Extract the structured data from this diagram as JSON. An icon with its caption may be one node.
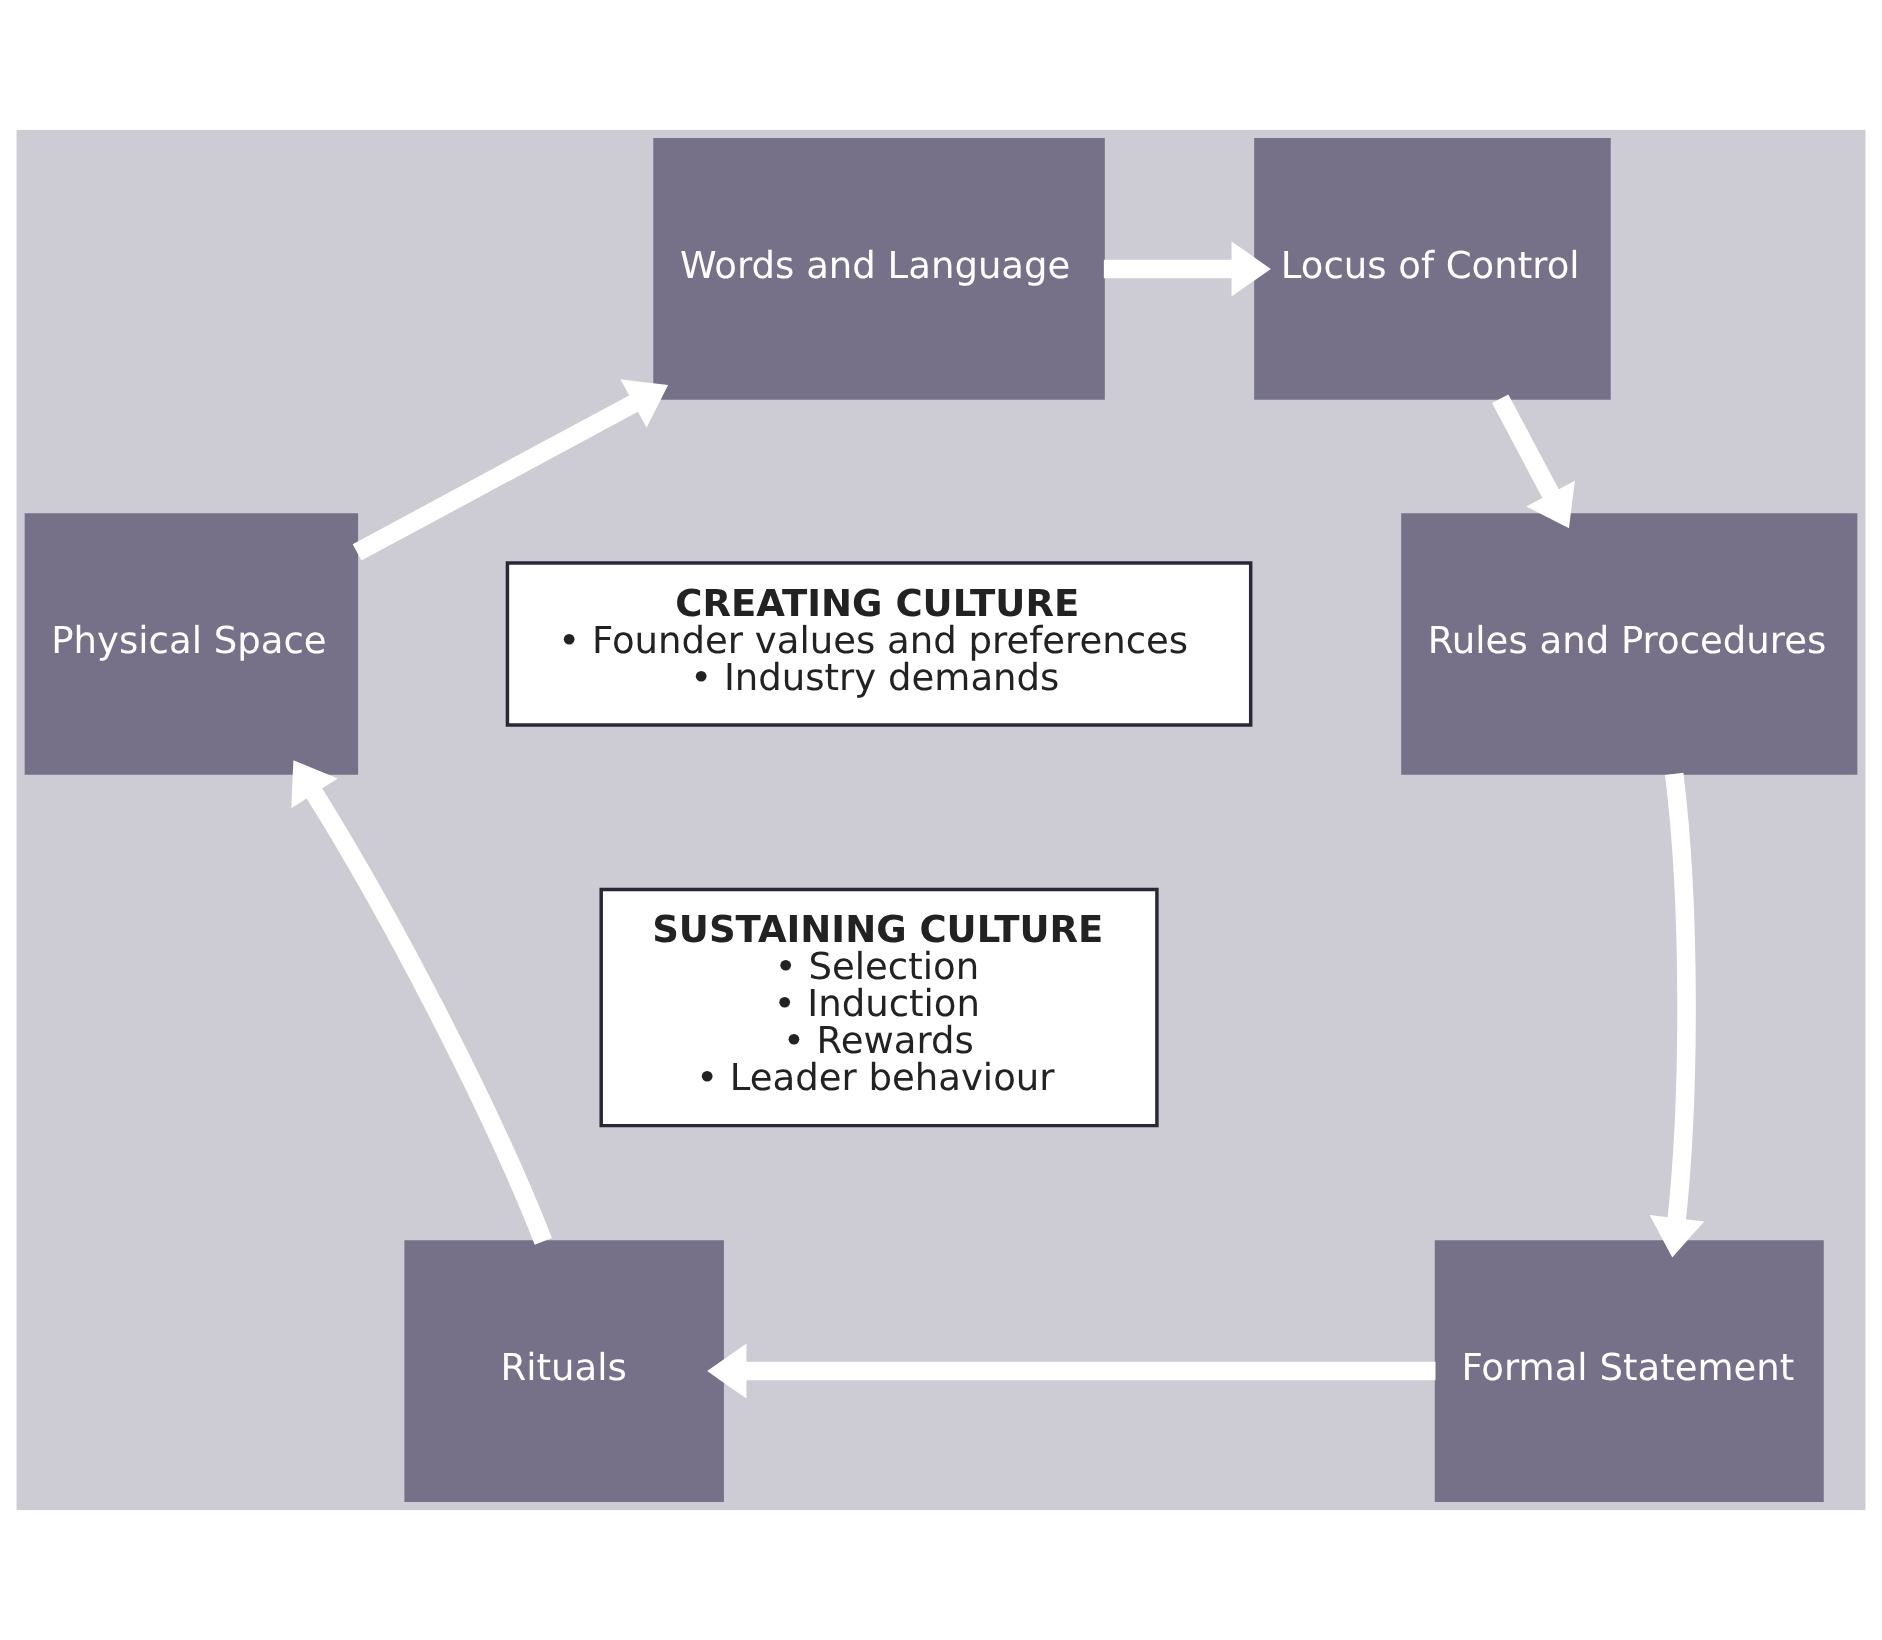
{
  "diagram": {
    "nodes": [
      {
        "text": [
          "Words and Language"
        ]
      },
      {
        "text": [
          "Locus of Control"
        ]
      },
      {
        "text": [
          "Rules and Procedures"
        ]
      },
      {
        "text": [
          "Formal Statement"
        ]
      },
      {
        "text": [
          "Rituals"
        ]
      },
      {
        "text": [
          "Physical Space"
        ]
      },
      {
        "text": [
          "CREATING CULTURE",
          "• Founder values and preferences",
          "• Industry demands"
        ]
      },
      {
        "text": [
          "SUSTAINING CULTURE",
          "• Selection",
          "• Induction",
          "• Rewards",
          "• Leader behaviour"
        ]
      }
    ],
    "edges": [
      {
        "from": 0,
        "to": 1,
        "arrow": "to"
      },
      {
        "from": 1,
        "to": 2,
        "arrow": "to"
      },
      {
        "from": 2,
        "to": 3,
        "arrow": "to"
      },
      {
        "from": 3,
        "to": 4,
        "arrow": "to"
      },
      {
        "from": 4,
        "to": 5,
        "arrow": "to"
      },
      {
        "from": 5,
        "to": 0,
        "arrow": "to"
      }
    ]
  }
}
